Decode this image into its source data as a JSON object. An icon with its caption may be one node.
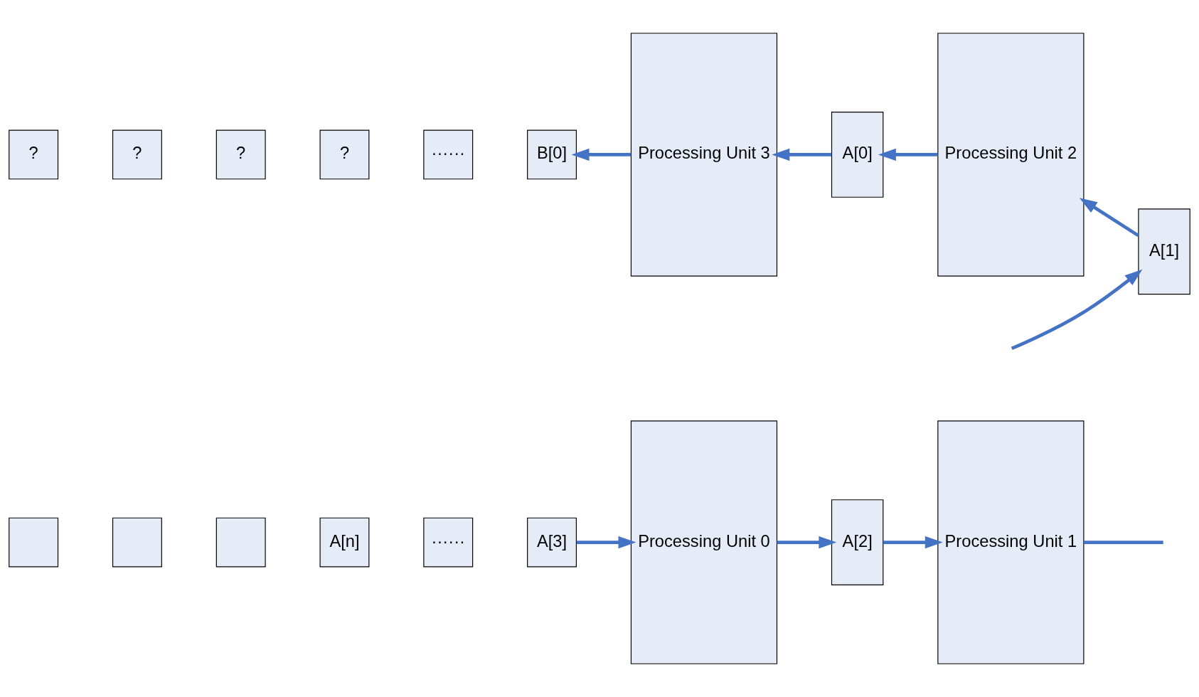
{
  "diagram": {
    "nodes": [
      {
        "text": [],
        "shape": "box"
      },
      {
        "text": [],
        "shape": "box"
      },
      {
        "text": [],
        "shape": "box"
      },
      {
        "text": [
          "A[n]"
        ]
      },
      {
        "text": [
          "······"
        ]
      },
      {
        "text": [
          "A[3]"
        ]
      },
      {
        "text": [
          "Processing Unit 0"
        ]
      },
      {
        "text": [
          "A[2]"
        ]
      },
      {
        "text": [
          "Processing Unit 1"
        ]
      },
      {
        "text": [
          "?"
        ]
      },
      {
        "text": [
          "?"
        ]
      },
      {
        "text": [
          "?"
        ]
      },
      {
        "text": [
          "?"
        ]
      },
      {
        "text": [
          "······"
        ]
      },
      {
        "text": [
          "B[0]"
        ]
      },
      {
        "text": [
          "Processing Unit 3"
        ]
      },
      {
        "text": [
          "A[0]"
        ]
      },
      {
        "text": [
          "Processing Unit 2"
        ]
      },
      {
        "text": [
          "A[1]"
        ]
      }
    ],
    "edges": [
      {
        "from": 5,
        "to": 6,
        "arrow": "to"
      },
      {
        "from": 6,
        "to": 7,
        "arrow": "to"
      },
      {
        "from": 7,
        "to": 8,
        "arrow": "to"
      },
      {
        "from": 8,
        "to": null,
        "arrow": "none"
      },
      {
        "from": null,
        "to": 18,
        "arrow": "to"
      },
      {
        "from": 18,
        "to": 17,
        "arrow": "to"
      },
      {
        "from": 17,
        "to": 16,
        "arrow": "to"
      },
      {
        "from": 16,
        "to": 15,
        "arrow": "to"
      },
      {
        "from": 15,
        "to": 14,
        "arrow": "to"
      }
    ]
  }
}
